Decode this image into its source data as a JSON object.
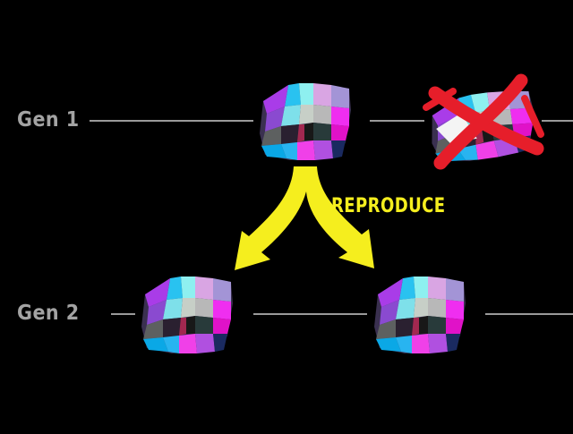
{
  "generations": [
    {
      "label": "Gen 1"
    },
    {
      "label": "Gen 2"
    }
  ],
  "action_label": "REPRODUCE",
  "colors": {
    "background": "#000000",
    "lines": "#9a9a9a",
    "labels": "#a3a3a3",
    "arrow": "#f5ee1e",
    "reject_cross": "#e61e2a"
  },
  "creatures": [
    {
      "generation": 1,
      "role": "parent",
      "status": "survives"
    },
    {
      "generation": 1,
      "role": "eliminated",
      "status": "crossed-out"
    },
    {
      "generation": 2,
      "role": "offspring",
      "status": "child"
    },
    {
      "generation": 2,
      "role": "offspring",
      "status": "child"
    }
  ]
}
